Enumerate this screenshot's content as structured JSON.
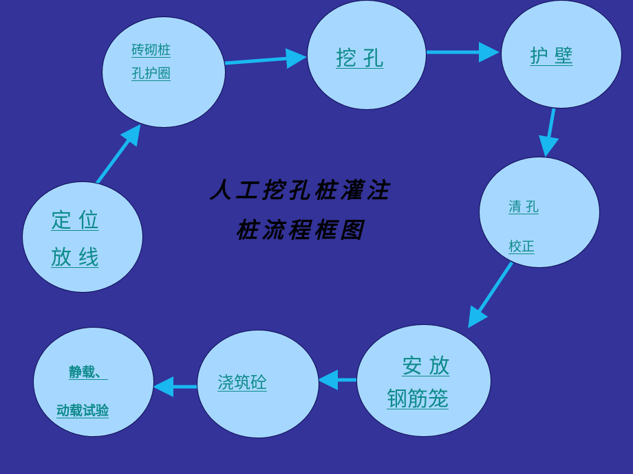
{
  "title": {
    "line1": "人工挖孔桩灌注",
    "line2": "桩流程框图"
  },
  "colors": {
    "background": "#333399",
    "node_fill": "#a6d8ff",
    "label_text": "#0e8a8a",
    "arrow": "#19b8f0",
    "title_text": "#000000"
  },
  "steps": {
    "brick_ring": {
      "line1": "砖砌桩",
      "line2": "孔护圈"
    },
    "excavate": {
      "label": "挖 孔"
    },
    "wall": {
      "label": "护 壁"
    },
    "clean": {
      "line1": "清 孔",
      "line2": "校正"
    },
    "cage": {
      "line1": "安 放",
      "line2": "钢筋笼"
    },
    "pour": {
      "label": "浇筑砼"
    },
    "test": {
      "line1": "静载、",
      "line2": "动载试验"
    },
    "position": {
      "line1": "定 位",
      "line2": "放 线"
    }
  }
}
